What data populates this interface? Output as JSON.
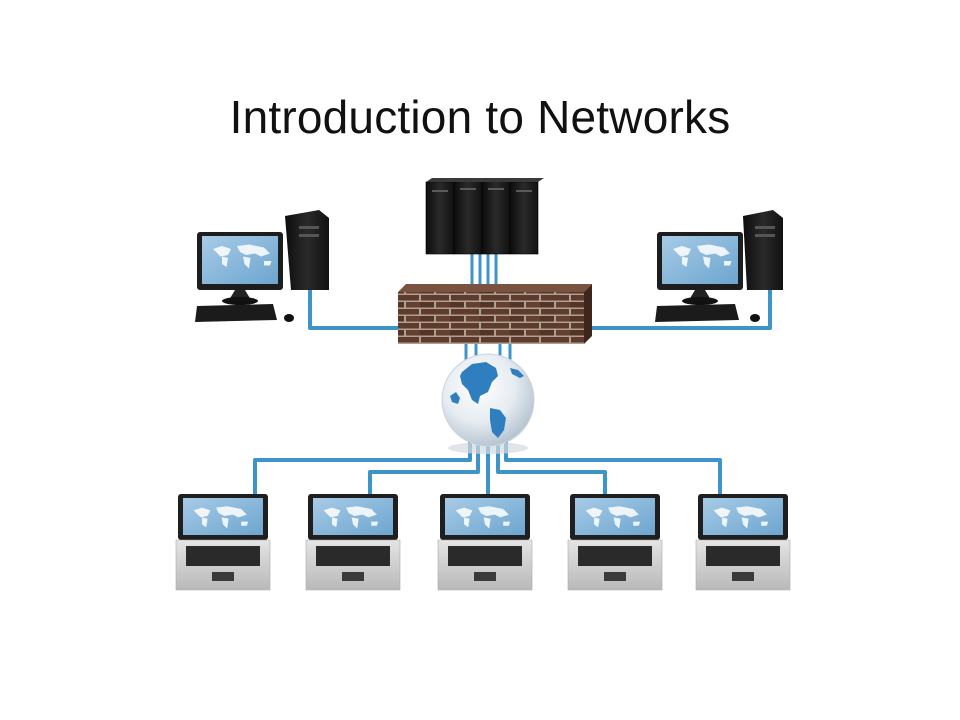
{
  "slide": {
    "title": "Introduction to Networks"
  },
  "diagram": {
    "nodes": [
      {
        "id": "server-rack",
        "icon": "server-rack-icon",
        "count": 4
      },
      {
        "id": "desktop-left",
        "icon": "desktop-computer-icon"
      },
      {
        "id": "desktop-right",
        "icon": "desktop-computer-icon"
      },
      {
        "id": "firewall",
        "icon": "firewall-icon"
      },
      {
        "id": "internet",
        "icon": "globe-icon"
      },
      {
        "id": "laptop-1",
        "icon": "laptop-icon"
      },
      {
        "id": "laptop-2",
        "icon": "laptop-icon"
      },
      {
        "id": "laptop-3",
        "icon": "laptop-icon"
      },
      {
        "id": "laptop-4",
        "icon": "laptop-icon"
      },
      {
        "id": "laptop-5",
        "icon": "laptop-icon"
      }
    ],
    "edges": [
      [
        "server-rack",
        "firewall"
      ],
      [
        "desktop-left",
        "firewall"
      ],
      [
        "desktop-right",
        "firewall"
      ],
      [
        "firewall",
        "internet"
      ],
      [
        "internet",
        "laptop-1"
      ],
      [
        "internet",
        "laptop-2"
      ],
      [
        "internet",
        "laptop-3"
      ],
      [
        "internet",
        "laptop-4"
      ],
      [
        "internet",
        "laptop-5"
      ]
    ],
    "colors": {
      "cable": "#3d94c8",
      "cable_light": "#8cc7e8",
      "screen": "#7fb2d6",
      "screen_map": "#ffffff",
      "device_dark": "#1c1c1c",
      "laptop_body": "#d6d6d6",
      "brick": "#5b3a2c",
      "mortar": "#b9a89c",
      "globe_ocean": "#e8eef3",
      "globe_land": "#2f7fc0"
    }
  }
}
